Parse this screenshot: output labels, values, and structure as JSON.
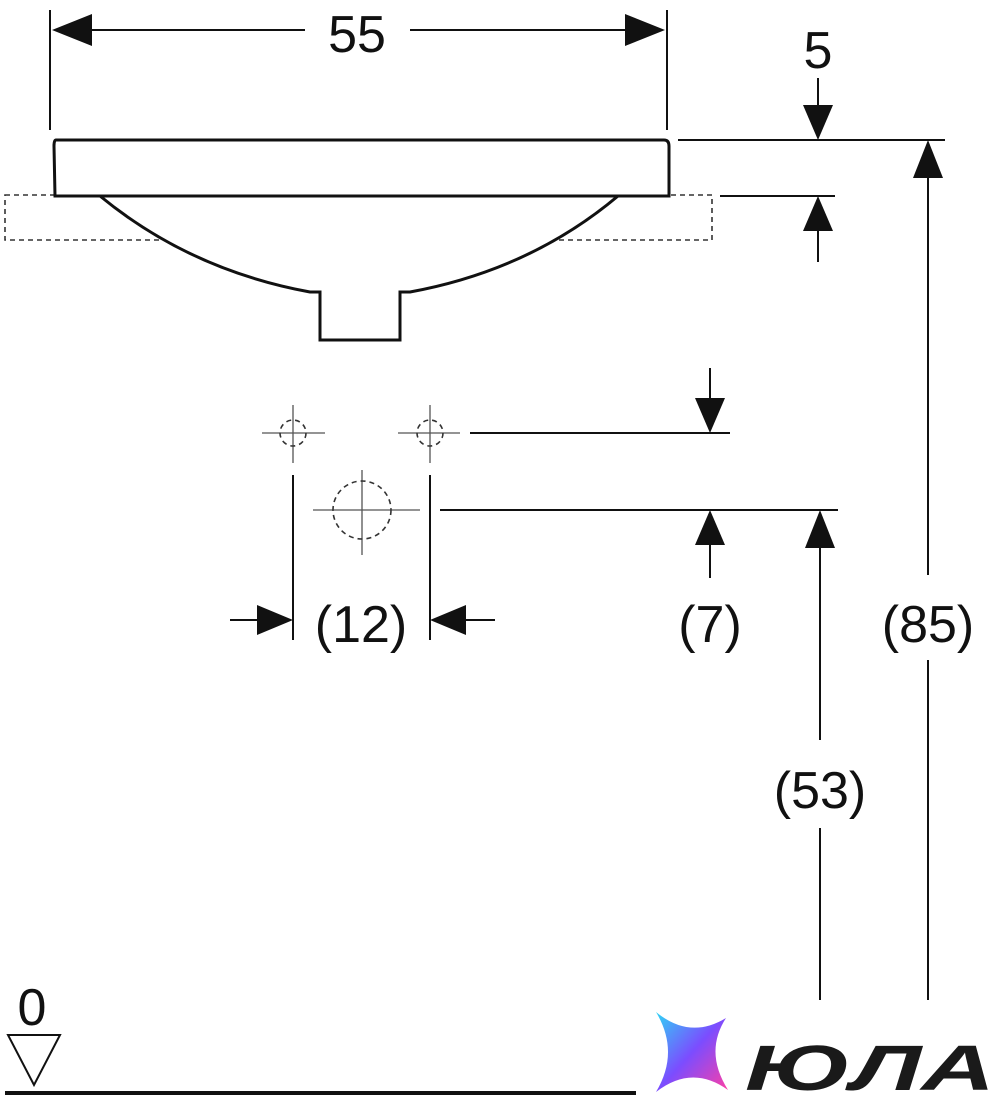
{
  "dimensions": {
    "width_top": "55",
    "rim_thickness": "5",
    "total_height": "(85)",
    "tap_spacing": "(12)",
    "drain_offset": "(7)",
    "drain_height": "(53)",
    "floor_level": "0"
  },
  "logo": {
    "text": "ЮЛА",
    "colors": [
      "#2fd3f5",
      "#7b4dff",
      "#ff3fa4"
    ]
  }
}
